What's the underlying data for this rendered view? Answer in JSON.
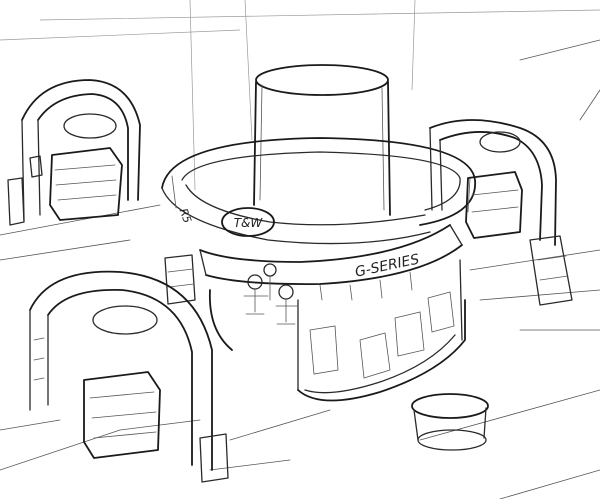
{
  "signage": {
    "band_label": "G-SERIES",
    "logo_label": "T&W",
    "band_left_label": "R5"
  }
}
